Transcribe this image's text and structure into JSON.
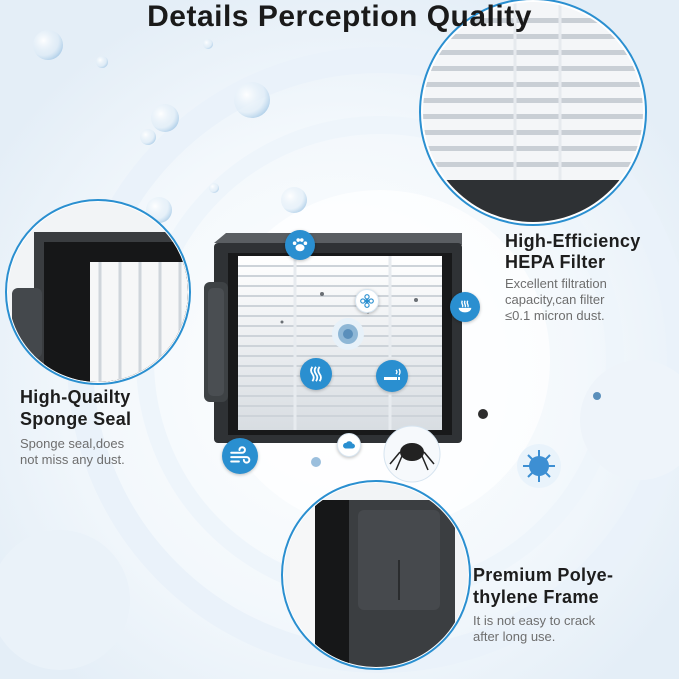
{
  "title": "Details Perception Quality",
  "features": {
    "hepa": {
      "title_line1": "High-Efficiency",
      "title_line2": "HEPA Filter",
      "desc_line1": "Excellent filtration",
      "desc_line2": "capacity,can filter",
      "desc_line3": "≤0.1 micron dust."
    },
    "sponge": {
      "title_line1": "High-Quailty",
      "title_line2": "Sponge Seal",
      "desc_line1": "Sponge seal,does",
      "desc_line2": "not miss any dust."
    },
    "frame": {
      "title_line1": "Premium Polye-",
      "title_line2": "thylene Frame",
      "desc_line1": "It is not easy to crack",
      "desc_line2": "after long use."
    }
  },
  "icons": [
    "paw-icon",
    "flower-icon",
    "bowl-steam-icon",
    "virus-icon",
    "steam-icon",
    "smoking-icon",
    "wind-icon",
    "cloud-icon",
    "mite-icon",
    "bacteria-icon"
  ],
  "colors": {
    "accent": "#2a8fd0",
    "frame": "#3a3d40",
    "ring": "#e8f1f9"
  }
}
